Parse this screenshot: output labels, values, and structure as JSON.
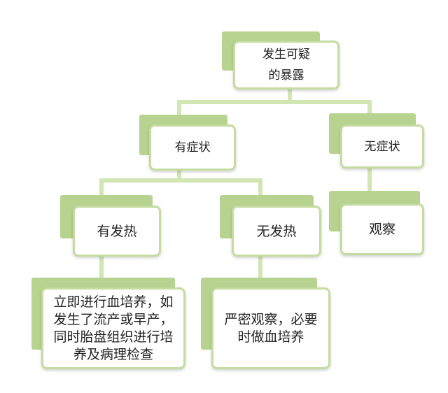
{
  "colors": {
    "shadow": "#b8d38f",
    "border": "#c4dca0",
    "box_bg": "#ffffff",
    "text": "#222222",
    "line": "#d2e6b3"
  },
  "nodes": {
    "root": {
      "label": "发生可疑\n的暴露"
    },
    "symptomatic": {
      "label": "有症状"
    },
    "asymptomatic": {
      "label": "无症状"
    },
    "fever": {
      "label": "有发热"
    },
    "no_fever": {
      "label": "无发热"
    },
    "observe": {
      "label": "观察"
    },
    "fever_action": {
      "label": "立即进行血培养，如\n发生了流产或早产，\n同时胎盘组织进行培\n养及病理检查"
    },
    "no_fever_action": {
      "label": "严密观察，必要\n时做血培养"
    }
  }
}
